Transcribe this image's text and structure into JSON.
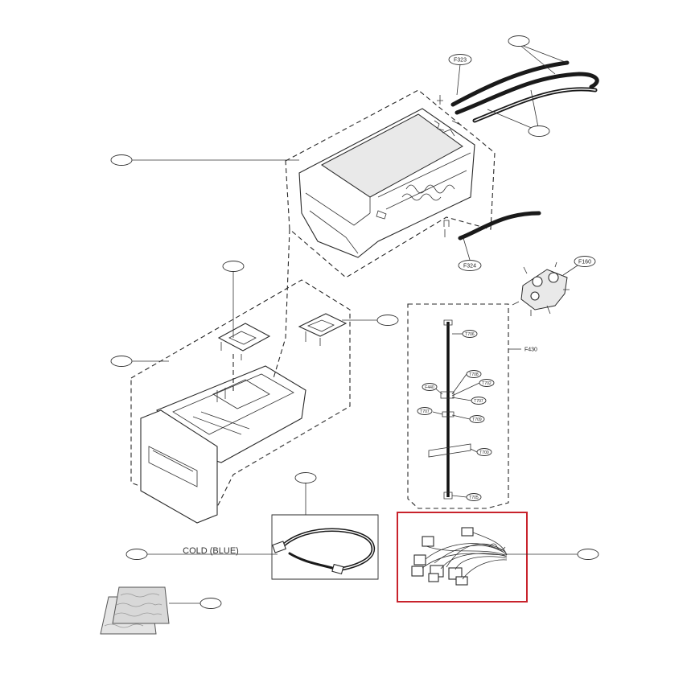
{
  "diagram": {
    "part_codes": {
      "f323": "F323",
      "f324": "F324",
      "f160": "F160",
      "f430": "F430",
      "f440": "F440",
      "t706": "T706",
      "t708": "T708",
      "t702": "T702",
      "t707": "T707",
      "t707b": "T707",
      "t709": "T709",
      "t700": "T700",
      "t705": "T705"
    },
    "labels": {
      "cold_hose": "COLD (BLUE)"
    },
    "highlight_color": "#c8232c"
  }
}
